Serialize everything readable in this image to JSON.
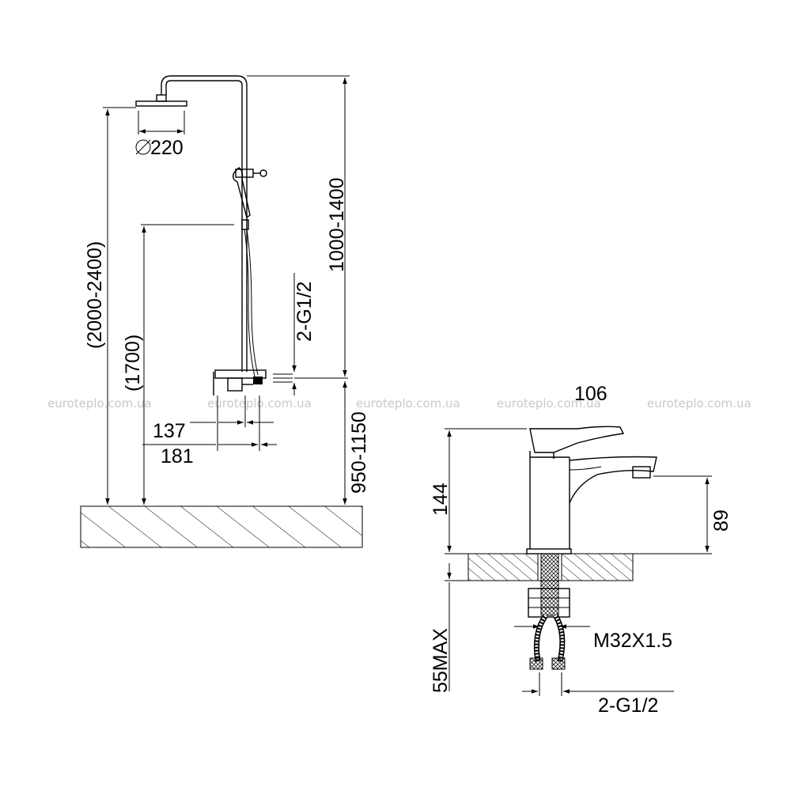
{
  "watermarks": [
    "euroteplo.com.ua",
    "euroteplo.com.ua",
    "euroteplo.com.ua",
    "euroteplo.com.ua",
    "euroteplo.com.ua"
  ],
  "shower_system": {
    "head_diameter": "220",
    "overall_height": "(2000-2400)",
    "handshower_height": "(1700)",
    "riser_height": "1000-1400",
    "inlet": "2-G1/2",
    "mixer_height": "950-1150",
    "depth_1": "137",
    "depth_2": "181"
  },
  "basin_faucet": {
    "spout_reach": "106",
    "total_height": "144",
    "spout_height": "89",
    "max_deck_thickness": "55MAX",
    "thread": "M32X1.5",
    "inlet": "2-G1/2"
  }
}
